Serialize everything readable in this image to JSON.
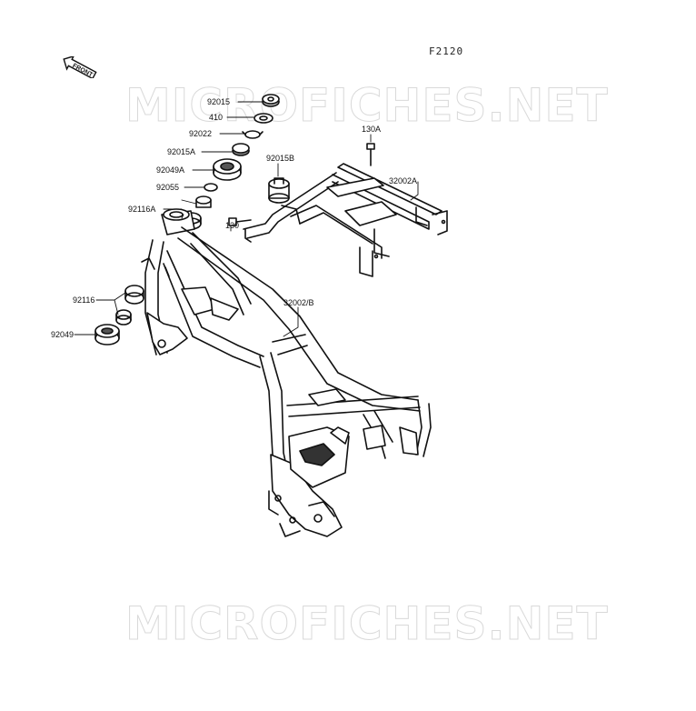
{
  "figure_id": "F2120",
  "watermark": "MICROFICHES.NET",
  "front_badge": "FRONT",
  "part_labels": {
    "p92015": "92015",
    "p410": "410",
    "p92022": "92022",
    "p92015A": "92015A",
    "p92049A": "92049A",
    "p92055": "92055",
    "p92116A": "92116A",
    "p130A": "130A",
    "p92015B": "92015B",
    "p32002A": "32002A",
    "p130": "130",
    "p92116": "92116",
    "p92049": "92049",
    "p32002B": "32002/B"
  },
  "colors": {
    "line": "#111111",
    "watermark": "#d9d9d9",
    "background": "#ffffff"
  }
}
